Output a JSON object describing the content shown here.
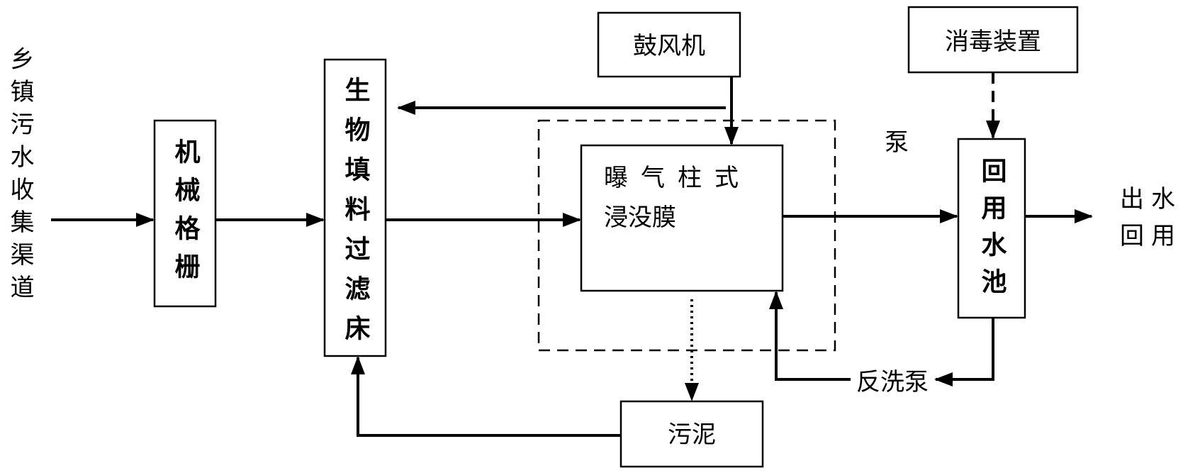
{
  "source": {
    "text": "乡镇污水收集渠道"
  },
  "nodes": {
    "grille": {
      "text": "机械格栅"
    },
    "biofilter": {
      "text": "生物填料过滤床"
    },
    "blower": {
      "text": "鼓风机"
    },
    "membrane": {
      "line1": "曝气柱式",
      "line2": "浸没膜"
    },
    "disinfect": {
      "text": "消毒装置"
    },
    "pump": {
      "text": "泵"
    },
    "reuse_pool": {
      "text": "回用水池"
    },
    "output": {
      "line1": "出水",
      "line2": "回用"
    },
    "backwash_pump": {
      "text": "反洗泵"
    },
    "sludge": {
      "text": "污泥"
    }
  }
}
